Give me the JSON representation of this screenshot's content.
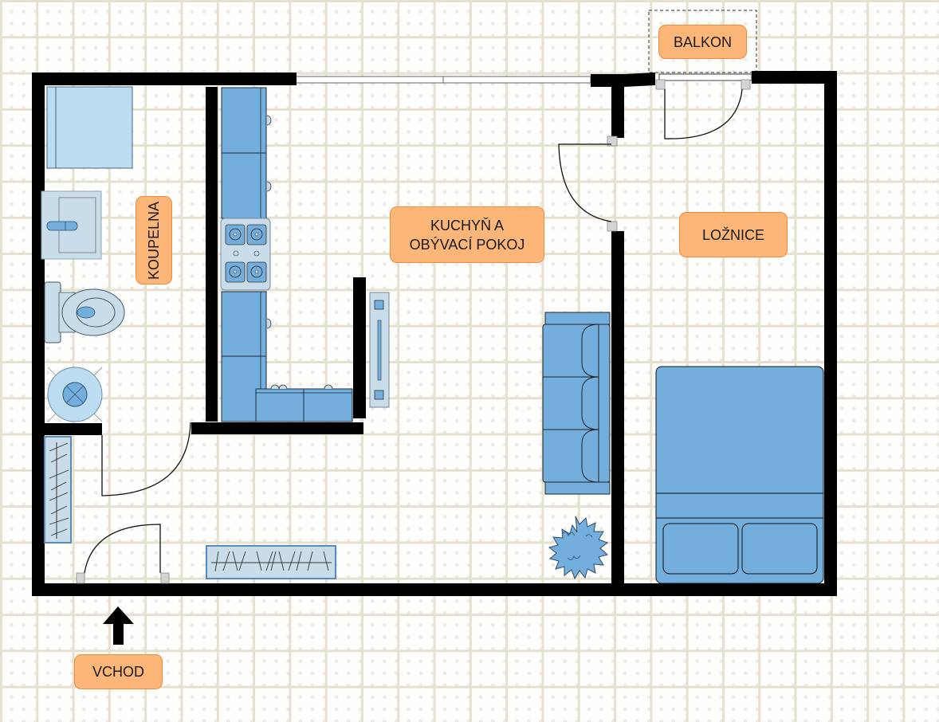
{
  "rooms": {
    "balcony": {
      "label": "BALKON"
    },
    "bathroom": {
      "label": "KOUPELNA"
    },
    "kitchen_living": {
      "label_line1": "KUCHYŇ A",
      "label_line2": "OBÝVACÍ POKOJ"
    },
    "bedroom": {
      "label": "LOŽNICE"
    },
    "entrance": {
      "label": "VCHOD"
    }
  },
  "furniture_icons": [
    "bathtub-icon",
    "sink-icon",
    "toilet-icon",
    "shower-icon",
    "kitchen-cabinets-icon",
    "stove-icon",
    "tv-stand-icon",
    "sofa-icon",
    "plant-icon",
    "double-bed-icon",
    "shoe-rack-icon",
    "coat-rack-icon",
    "entrance-arrow-icon"
  ],
  "colors": {
    "wall": "#000000",
    "furniture_dark": "#74aedd",
    "furniture_light": "#bcdcf2",
    "fixture_light": "#c8dcea",
    "label_fill": "#fcb677",
    "label_border": "#f08a3c",
    "grid_line": "#e6e0cf"
  }
}
